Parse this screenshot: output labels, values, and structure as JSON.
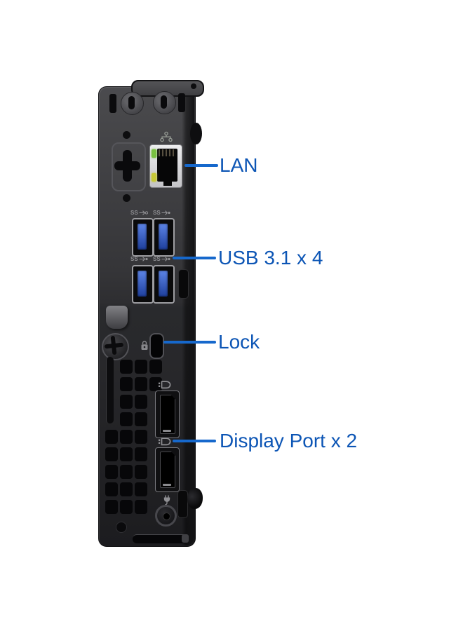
{
  "figure": {
    "description": "Rear panel of a black mini desktop PC with annotated ports",
    "background": "#ffffff"
  },
  "callouts": [
    {
      "id": "lan",
      "label": "LAN"
    },
    {
      "id": "usb",
      "label": "USB 3.1 x 4"
    },
    {
      "id": "lock",
      "label": "Lock"
    },
    {
      "id": "displayport",
      "label": "Display Port x 2"
    }
  ],
  "usb_icon_text": "SS",
  "icons": {
    "ethernet": "ethernet-network-icon",
    "usb": [
      "usb-ss-powershare-icon",
      "usb-ss-icon",
      "usb-ss-icon",
      "usb-ss-icon"
    ],
    "lock": "padlock-icon",
    "displayport": [
      "displayport-icon",
      "displayport-icon"
    ],
    "power": "power-plug-icon"
  },
  "colors": {
    "callout_line": "#1668cc",
    "callout_text": "#0c55b5",
    "led_green": "#79c140",
    "led_yellow": "#c7c937",
    "usb_tongue_blue": "#2d55c4",
    "chassis_dark": "#222225"
  }
}
